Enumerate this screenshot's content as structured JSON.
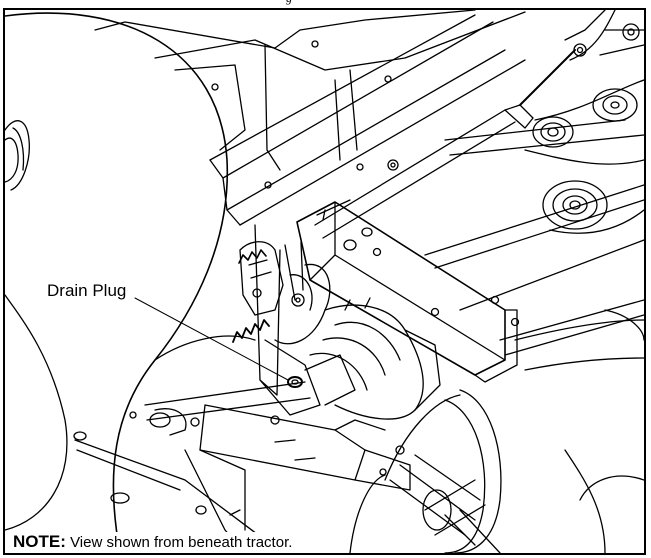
{
  "figure": {
    "top_fragment": "g",
    "callout": "Drain Plug",
    "note_lead": "NOTE:",
    "note_text": "View shown from beneath tractor."
  },
  "colors": {
    "line": "#000000",
    "paper": "#ffffff"
  }
}
